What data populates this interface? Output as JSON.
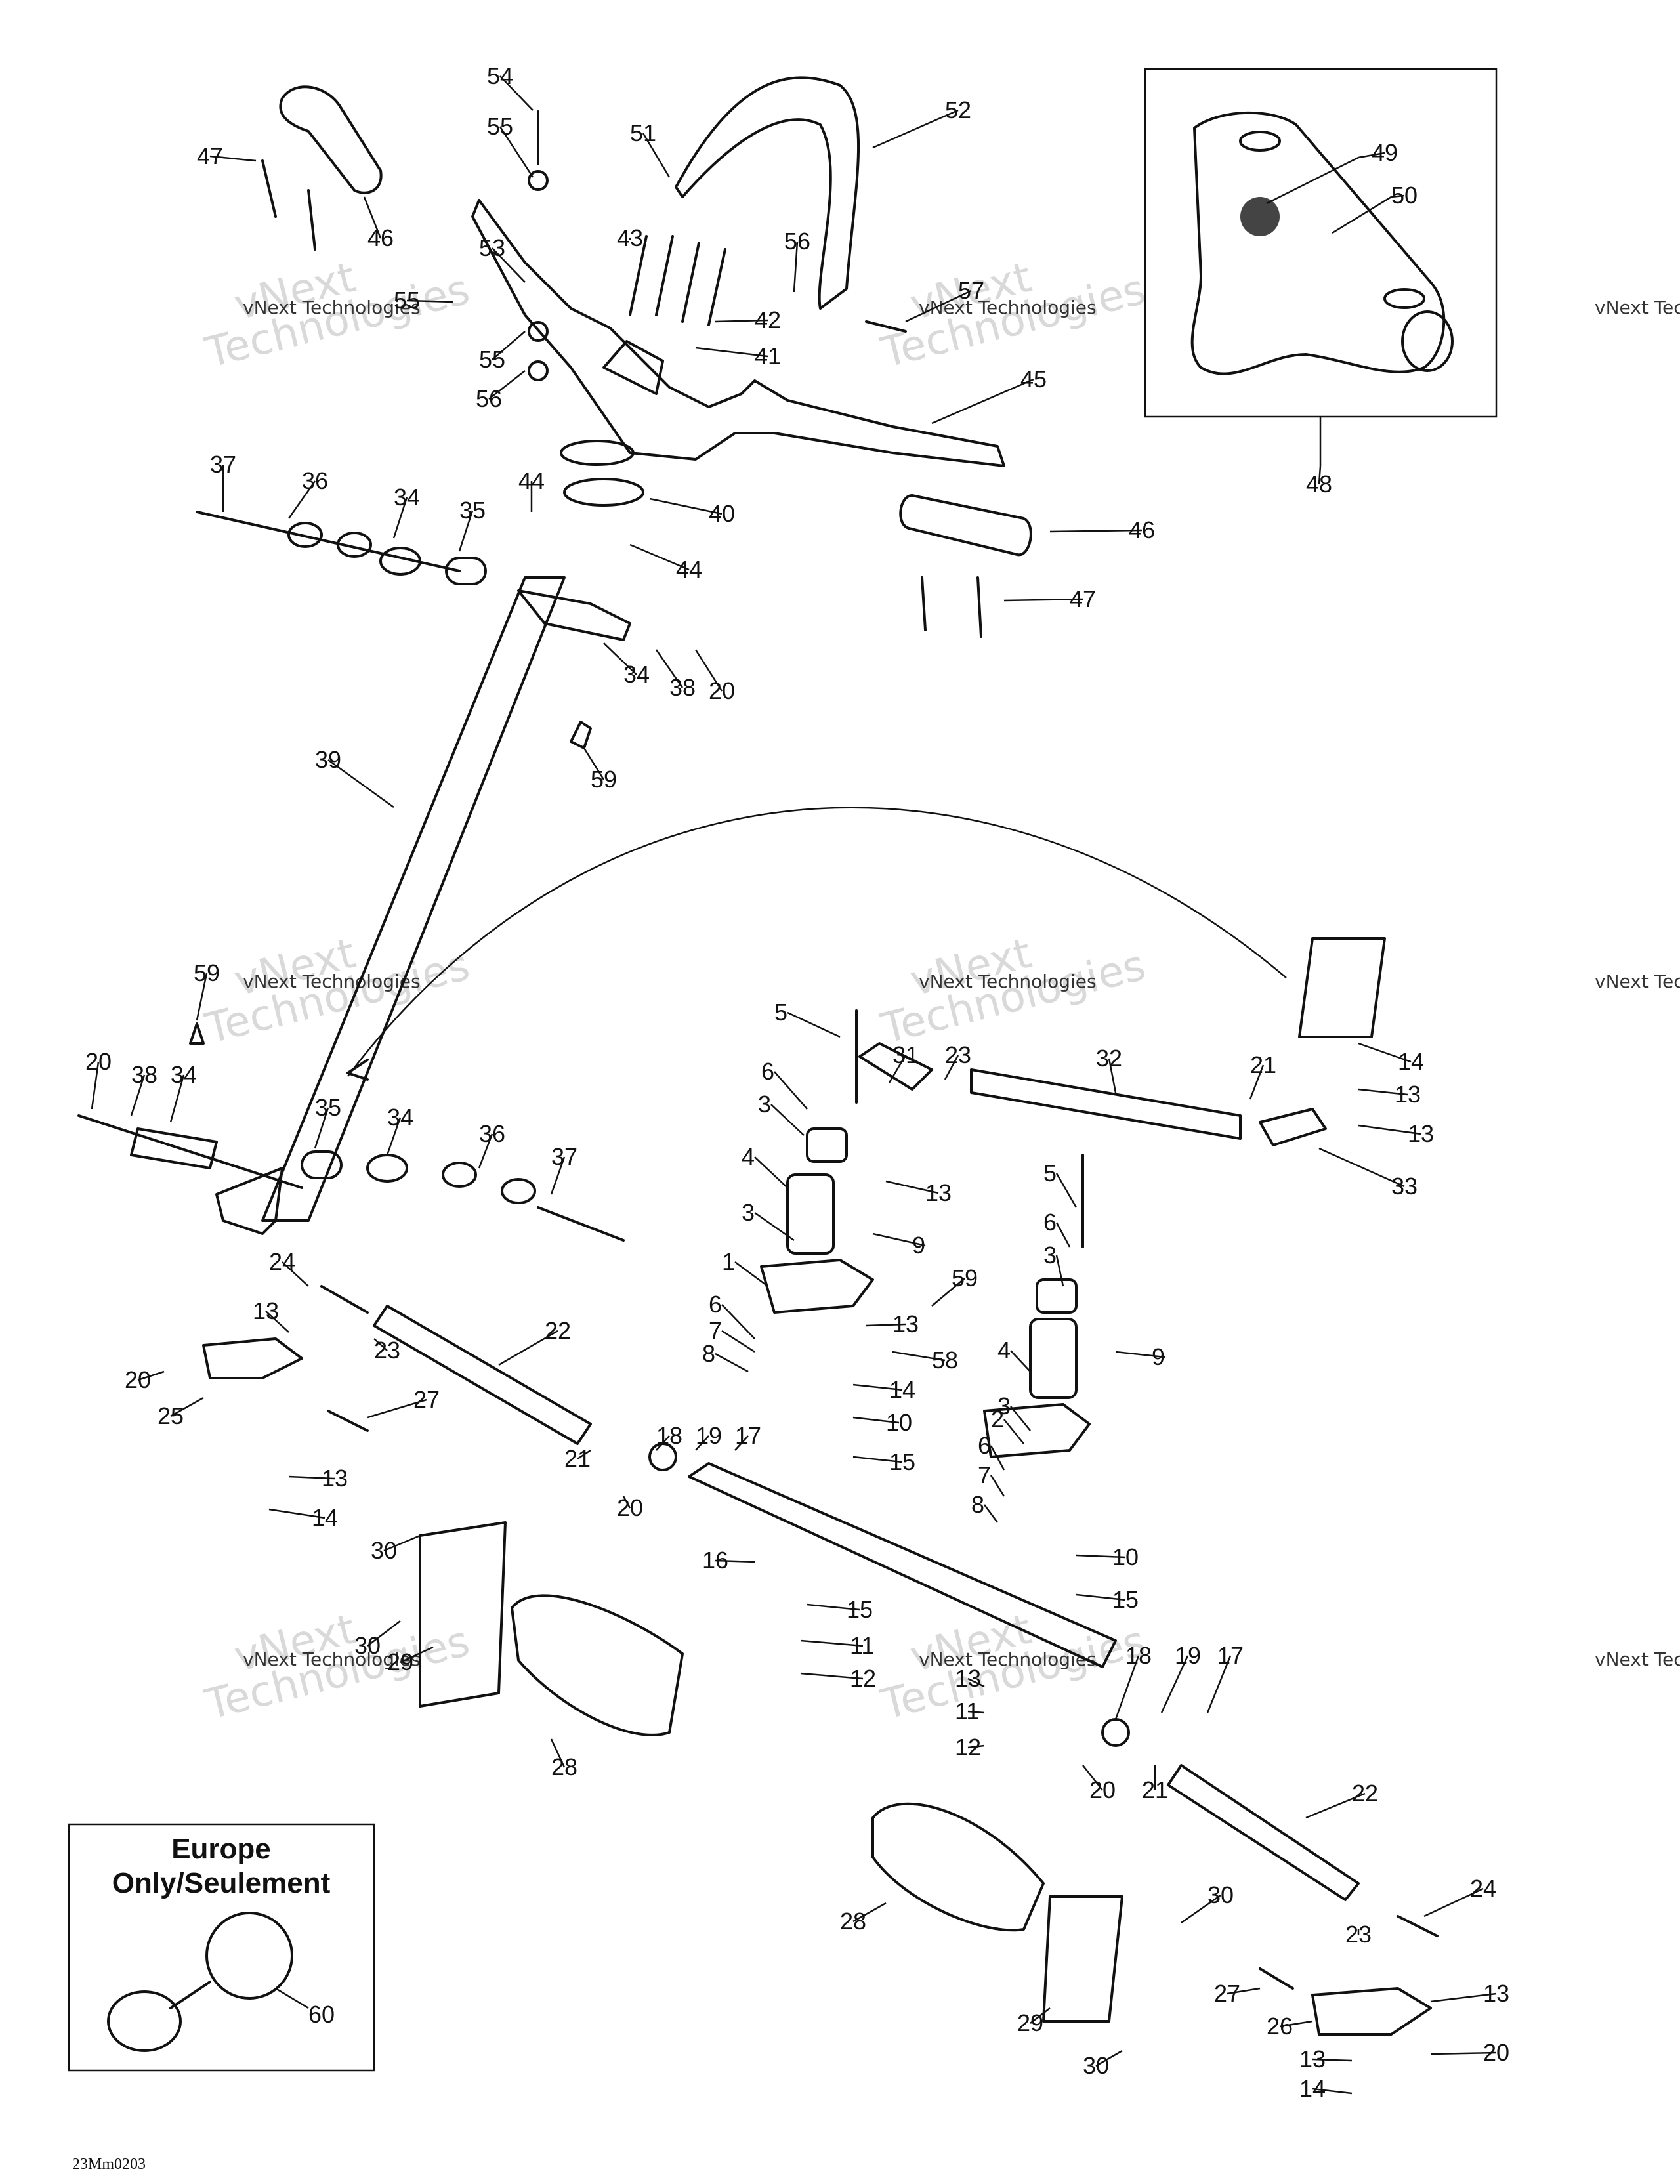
{
  "figure_code": "23Mm0203",
  "inset_box": {
    "line1": "Europe",
    "line2": "Only/Seulement",
    "callout": "60"
  },
  "inset_handle": {
    "callouts": [
      "48",
      "49",
      "50"
    ]
  },
  "watermark": {
    "line1": "vNext",
    "line2": "Technologies",
    "caption": "vNext Technologies"
  },
  "callouts": [
    "54",
    "55",
    "47",
    "46",
    "51",
    "52",
    "53",
    "43",
    "56",
    "57",
    "42",
    "41",
    "45",
    "37",
    "36",
    "34",
    "35",
    "44",
    "40",
    "38",
    "20",
    "39",
    "59",
    "5",
    "31",
    "23",
    "32",
    "21",
    "14",
    "13",
    "33",
    "6",
    "3",
    "4",
    "9",
    "1",
    "7",
    "8",
    "2",
    "10",
    "15",
    "24",
    "22",
    "25",
    "27",
    "18",
    "19",
    "17",
    "58",
    "16",
    "30",
    "11",
    "12",
    "29",
    "28",
    "26"
  ]
}
